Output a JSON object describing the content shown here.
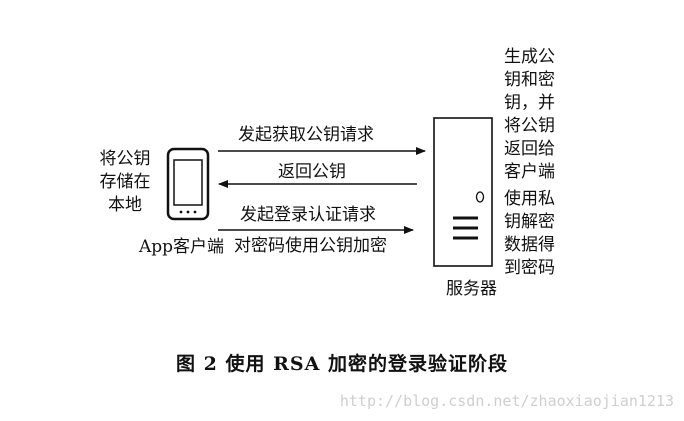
{
  "client": {
    "note_lines": [
      "将公钥",
      "存储在",
      "本地"
    ],
    "label": "App客户端"
  },
  "server": {
    "label": "服务器",
    "note_top_lines": [
      "生成公",
      "钥和密",
      "钥，并",
      "将公钥",
      "返回给",
      "客户端"
    ],
    "note_bottom_lines": [
      "使用私",
      "钥解密",
      "数据得",
      "到密码"
    ]
  },
  "arrows": {
    "request_key": "发起获取公钥请求",
    "return_key": "返回公钥",
    "login_request": "发起登录认证请求",
    "encrypt_note": "对密码使用公钥加密"
  },
  "caption": "图 2  使用 RSA 加密的登录验证阶段",
  "watermark": "http://blog.csdn.net/zhaoxiaojian1213"
}
